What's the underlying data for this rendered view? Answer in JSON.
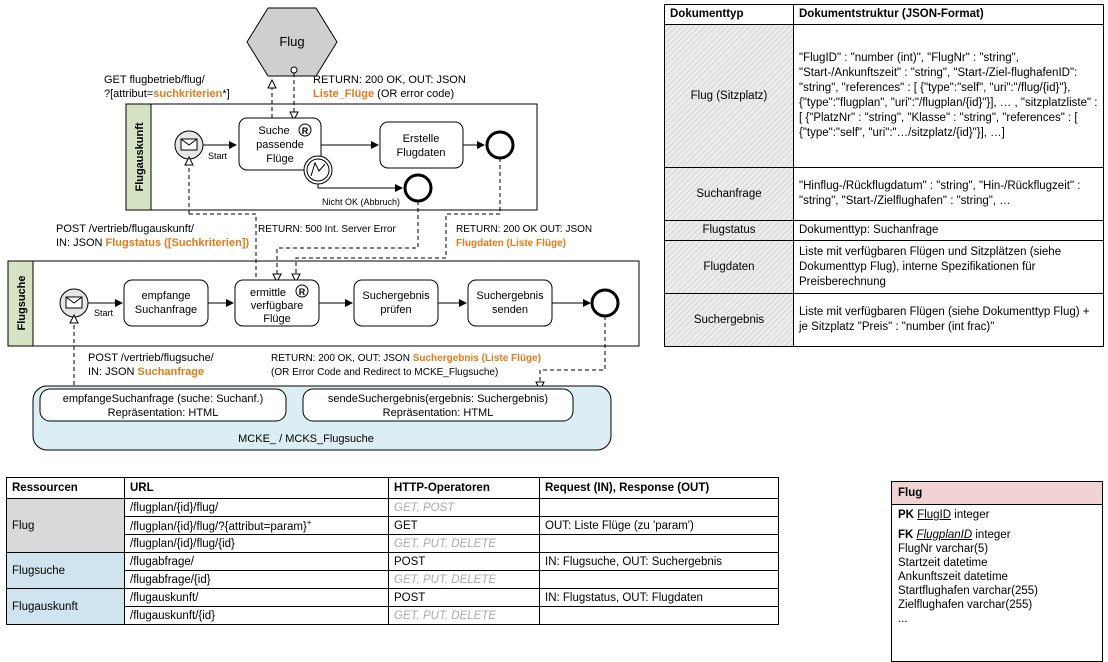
{
  "diagram": {
    "flug_node": "Flug",
    "get_label_line1": "GET flugbetrieb/flug/",
    "get_label_line2_prefix": "?[attribut=",
    "get_label_line2_highlight": "suchkriterien",
    "get_label_line2_suffix": "*]",
    "return_top_line1": "RETURN: 200 OK, OUT: JSON",
    "return_top_line2_highlight": "Liste_Flüge",
    "return_top_line2_suffix": " (OR error code)",
    "lane_top": "Flugauskunft",
    "lane_bottom": "Flugsuche",
    "start_label": "Start",
    "task_suche_1": "Suche",
    "task_suche_2": "passende",
    "task_suche_3": "Flüge",
    "task_erstelle_1": "Erstelle",
    "task_erstelle_2": "Flugdaten",
    "nicht_ok": "Nicht OK (Abbruch)",
    "post_auskunft_line1": "POST /vertrieb/flugauskunft/",
    "post_auskunft_line2_prefix": "IN: JSON ",
    "post_auskunft_line2_highlight": "Flugstatus ([Suchkriterien])",
    "return_500": "RETURN: 500 Int. Server Error",
    "return_200_line1": "RETURN: 200 OK OUT: JSON",
    "return_200_line2_highlight": "Flugdaten (Liste Flüge)",
    "task_empfange_1": "empfange",
    "task_empfange_2": "Suchanfrage",
    "task_ermittle_1": "ermittle",
    "task_ermittle_2": "verfügbare",
    "task_ermittle_3": "Flüge",
    "task_pruefen_1": "Suchergebnis",
    "task_pruefen_2": "prüfen",
    "task_senden_1": "Suchergebnis",
    "task_senden_2": "senden",
    "r_marker": "R",
    "post_suche_line1": "POST /vertrieb/flugsuche/",
    "post_suche_line2_prefix": "IN: JSON ",
    "post_suche_line2_highlight": "Suchanfrage",
    "return_suche_line1_prefix": "RETURN: 200 OK, OUT:  JSON ",
    "return_suche_line1_highlight": "Suchergebnis (Liste Flüge)",
    "return_suche_line2": "(OR Error Code and Redirect to MCKE_Flugsuche)",
    "mcke_box1_line1": "empfangeSuchanfrage (suche: Suchanf.)",
    "mcke_box1_line2": "Repräsentation: HTML",
    "mcke_box2_line1": "sendeSuchergebnis(ergebnis: Suchergebnis)",
    "mcke_box2_line2": "Repräsentation: HTML",
    "mcke_title": "MCKE_ / MCKS_Flugsuche"
  },
  "doc_table": {
    "headers": [
      "Dokumenttyp",
      "Dokumentstruktur (JSON-Format)"
    ],
    "rows": [
      {
        "type": "Flug (Sitzplatz)",
        "structure": "\"FlugID\" : \"number (int)\", \"FlugNr\" : \"string\", \"Start-/Ankunftszeit\" : \"string\", \"Start-/Ziel-flughafenID\": \"string\", \"references\" : [ {\"type\":\"self\",  \"uri\":\"/flug/{id}\"}, {\"type\":\"flugplan\", \"uri\":\"/flugplan/{id}\"}], … , \"sitzplatzliste\" : [ {\"PlatzNr\" : \"string\", \"Klasse\" : \"string\", \"references\" : [ {\"type\":\"self\", \"uri\":\"…/sitzplatz/{id}\"}], …]"
      },
      {
        "type": "Suchanfrage",
        "structure": "\"Hinflug-/Rückflugdatum\" : \"string\", \"Hin-/Rückflugzeit\" : \"string\", \"Start-/Zielflughafen\" : \"string\", …"
      },
      {
        "type": "Flugstatus",
        "structure": "Dokumenttyp: Suchanfrage"
      },
      {
        "type": "Flugdaten",
        "structure": "Liste mit verfügbaren Flügen und Sitzplätzen (siehe Dokumenttyp Flug), interne Spezifikationen für Preisberechnung"
      },
      {
        "type": "Suchergebnis",
        "structure": "Liste mit verfügbaren Flügen (siehe Dokumenttyp Flug) + je Sitzplatz \"Preis\" : \"number (int frac)\""
      }
    ]
  },
  "res_table": {
    "headers": [
      "Ressourcen",
      "URL",
      "HTTP-Operatoren",
      "Request (IN), Response (OUT)"
    ],
    "groups": [
      {
        "resource": "Flug",
        "rows": [
          {
            "url": "/flugplan/{id}/flug/",
            "ops": "GET, POST",
            "ops_disabled": true,
            "io": ""
          },
          {
            "url": "/flugplan/{id}/flug/?{attribut=param}",
            "url_sup": "+",
            "ops": "GET",
            "ops_disabled": false,
            "io": "OUT: Liste Flüge (zu 'param')"
          },
          {
            "url": "/flugplan/{id}/flug/{id}",
            "ops": "GET, PUT, DELETE",
            "ops_disabled": true,
            "io": ""
          }
        ]
      },
      {
        "resource": "Flugsuche",
        "rows": [
          {
            "url": "/flugabfrage/",
            "ops": "POST",
            "ops_disabled": false,
            "io": "IN: Flugsuche, OUT: Suchergebnis"
          },
          {
            "url": "/flugabfrage/{id}",
            "ops": "GET, PUT, DELETE",
            "ops_disabled": true,
            "io": ""
          }
        ]
      },
      {
        "resource": "Flugauskunft",
        "rows": [
          {
            "url": "/flugauskunft/",
            "ops": "POST",
            "ops_disabled": false,
            "io": "IN: Flugstatus, OUT: Flugdaten"
          },
          {
            "url": "/flugauskunft/{id}",
            "ops": "GET, PUT, DELETE",
            "ops_disabled": true,
            "io": ""
          }
        ]
      }
    ]
  },
  "entity": {
    "title": "Flug",
    "pk_prefix": "PK",
    "pk_name": "FlugID",
    "pk_type": " integer",
    "fk_prefix": "FK",
    "fk_name": "FlugplanID",
    "fk_type": " integer",
    "attributes": [
      "FlugNr varchar(5)",
      "Startzeit datetime",
      "Ankunftszeit datetime",
      "Startflughafen varchar(255)",
      "Zielflughafen varchar(255)",
      "..."
    ]
  },
  "colors": {
    "orange": "#e07b1a",
    "lane_green": "#d6e3c3",
    "mcke_blue": "#daeef3",
    "hex_grey": "#cfcfcf"
  }
}
